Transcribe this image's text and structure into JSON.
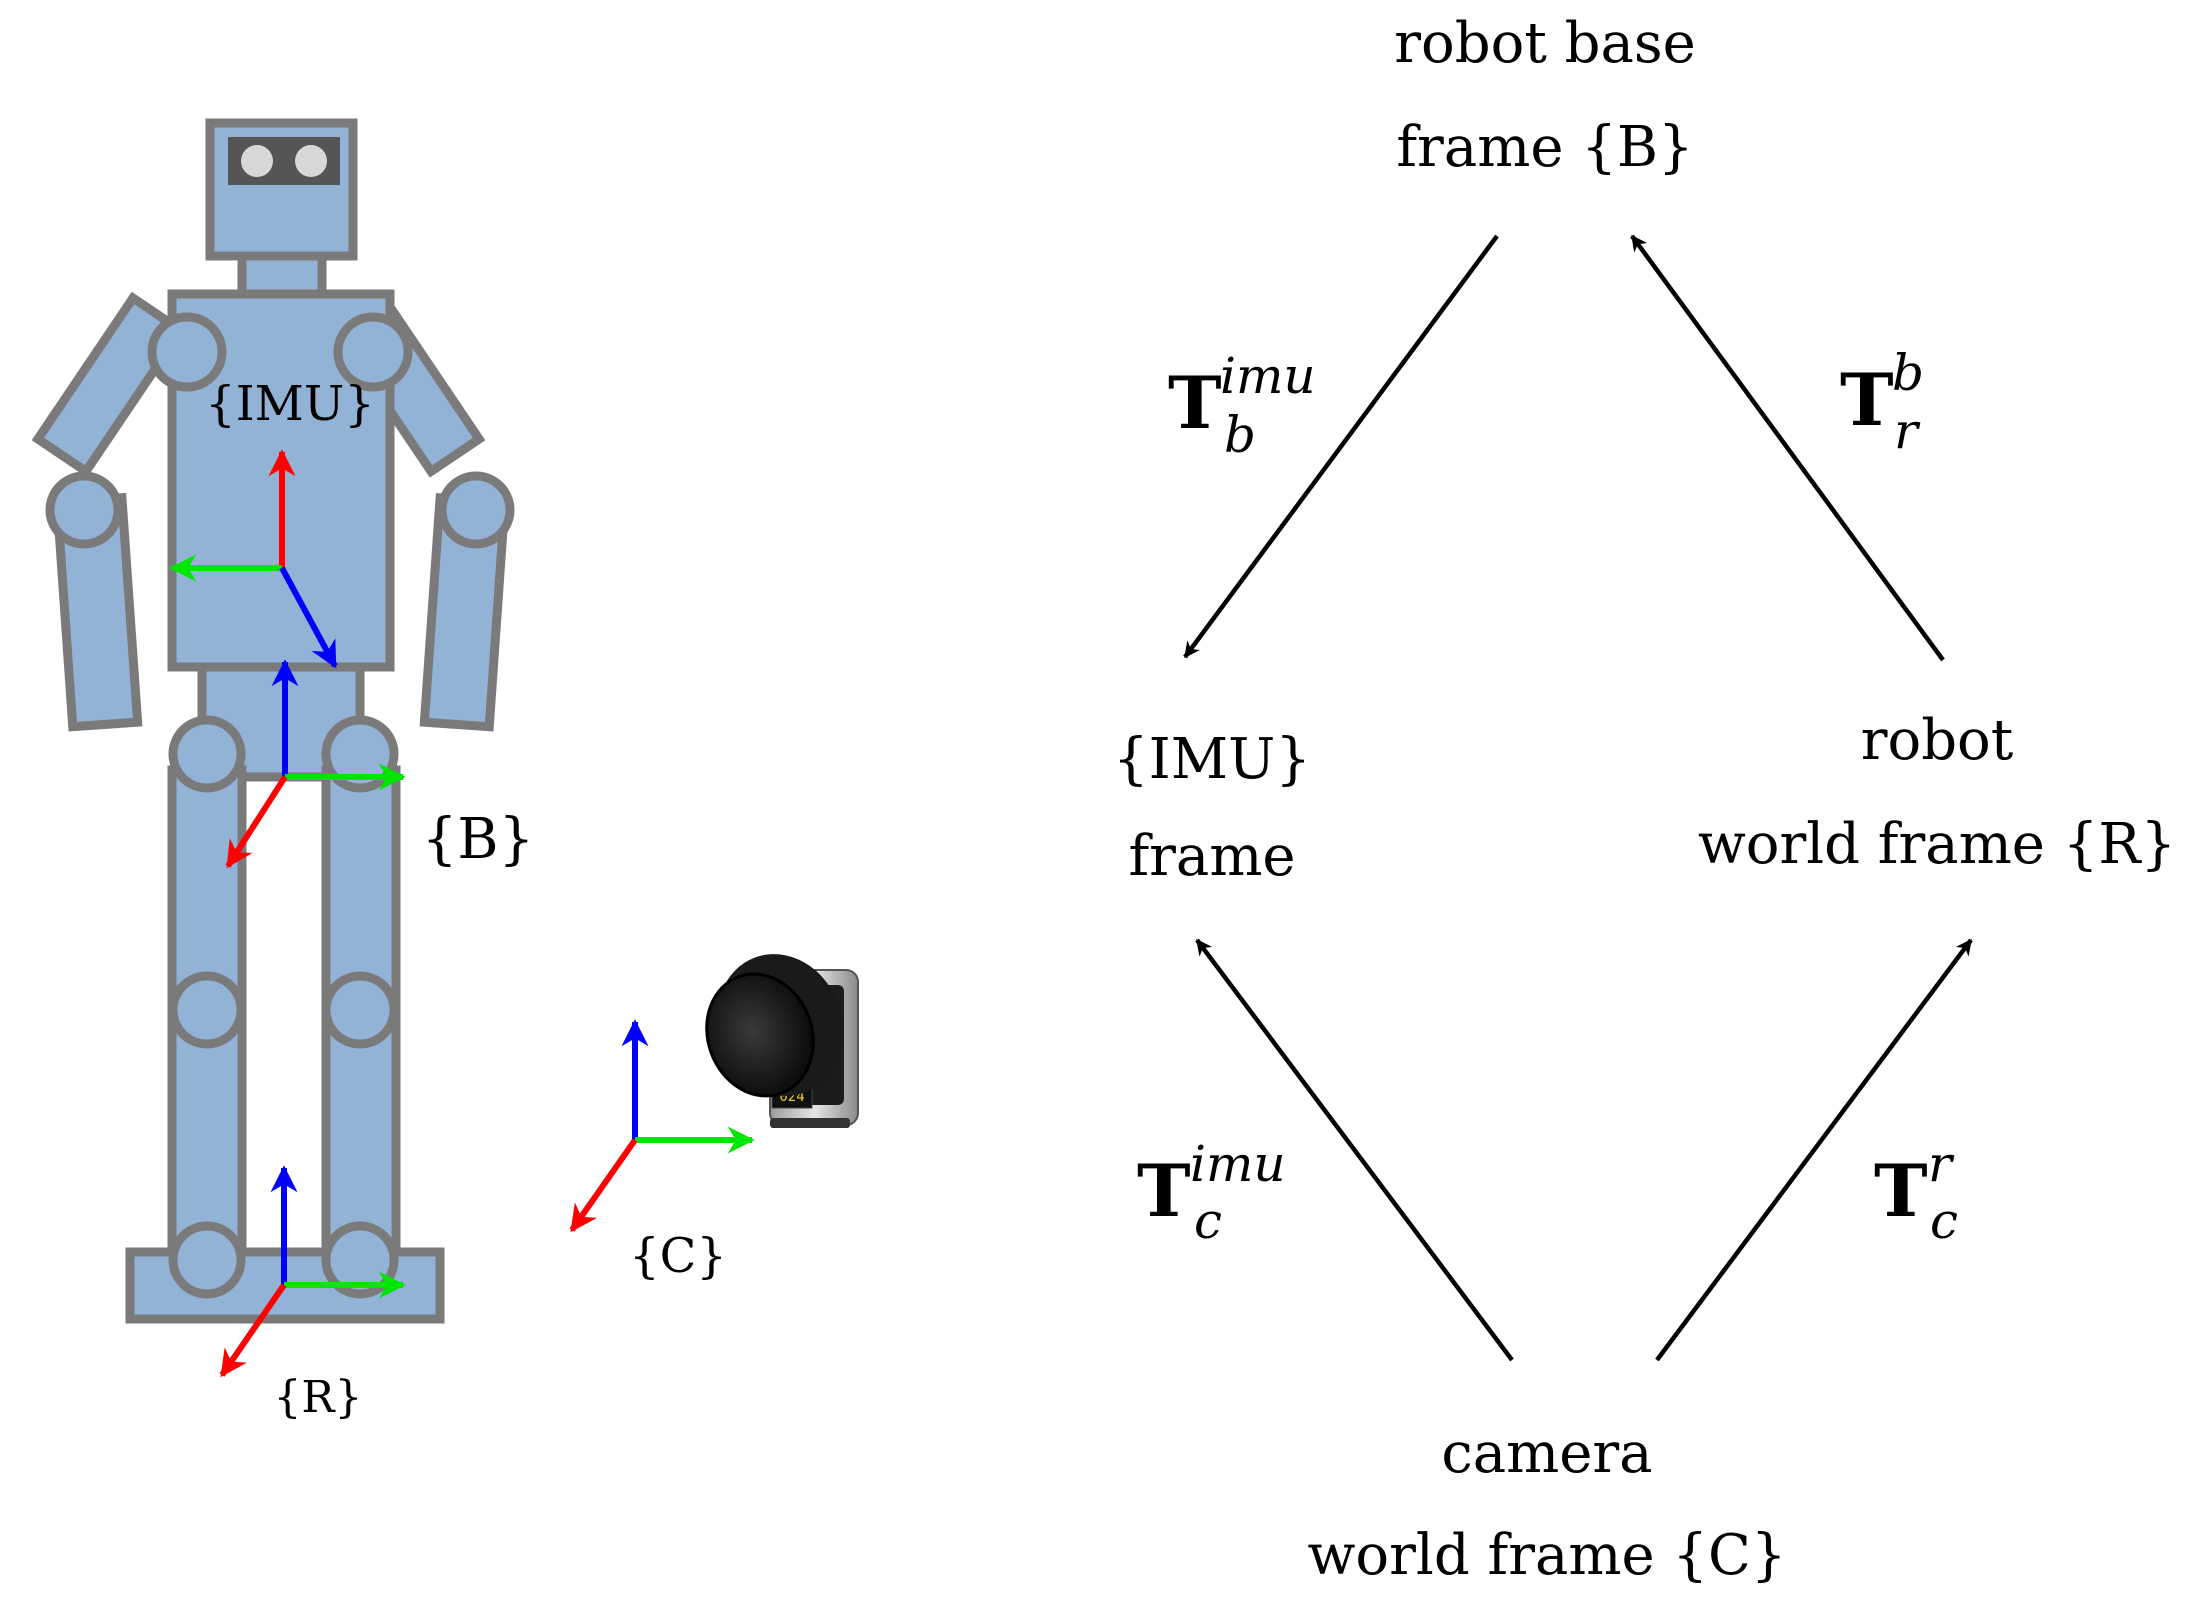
{
  "robot_labels": {
    "imu": "{IMU}",
    "base": "{B}",
    "robot_world": "{R}",
    "camera_world": "{C}"
  },
  "camera_device": {
    "display_text": "024"
  },
  "graph_nodes": {
    "base": [
      "robot base",
      "frame {B}"
    ],
    "imu": [
      "{IMU}",
      "frame"
    ],
    "robot_world": [
      "robot",
      "world frame {R}"
    ],
    "camera_world": [
      "camera",
      "world frame {C}"
    ]
  },
  "transforms": {
    "b_to_imu": {
      "symbol": "T",
      "sub": "b",
      "sup": "imu"
    },
    "r_to_b": {
      "symbol": "T",
      "sub": "r",
      "sup": "b"
    },
    "c_to_imu": {
      "symbol": "T",
      "sub": "c",
      "sup": "imu"
    },
    "c_to_r": {
      "symbol": "T",
      "sub": "c",
      "sup": "r"
    }
  },
  "colors": {
    "robot_fill": "#93b3d6",
    "robot_stroke": "#7a7a7a",
    "axis_x": "#ff0000",
    "axis_y": "#00e600",
    "axis_z": "#0000ff",
    "edge": "#000000"
  }
}
